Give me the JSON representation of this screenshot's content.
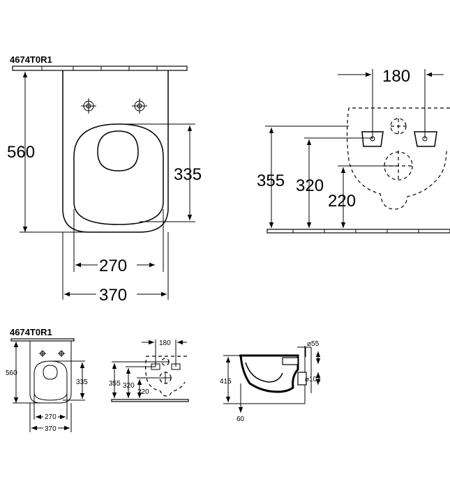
{
  "top": {
    "model_code": "4674T0R1",
    "front_view": {
      "overall_length": "560",
      "seat_length": "335",
      "seat_width": "270",
      "overall_width": "370"
    },
    "wall_view": {
      "bolt_spacing": "180",
      "height_total": "355",
      "height_bolts": "320",
      "height_outlet": "220"
    }
  },
  "bottom": {
    "model_code": "4674T0R1",
    "front_view": {
      "overall_length": "560",
      "seat_length": "335",
      "seat_width": "270",
      "overall_width": "370"
    },
    "wall_view": {
      "bolt_spacing": "180",
      "height_total": "355",
      "height_bolts": "320",
      "height_outlet": "220"
    },
    "side_view": {
      "height": "415",
      "inlet_diameter": "⌀55",
      "outlet_diameter": "⌀102",
      "floor_offset": "60"
    }
  }
}
